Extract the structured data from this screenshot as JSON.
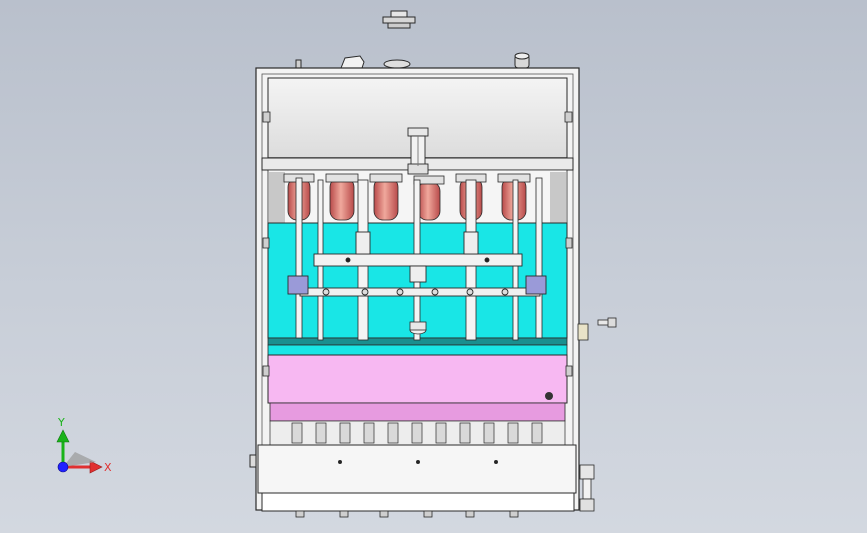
{
  "scene": {
    "colors": {
      "background_top": "#b9c0cc",
      "background_bottom": "#d3d8e0",
      "frame": "#f2f2f2",
      "outline": "#2a2a2a",
      "process_zone": "#19e6e6",
      "process_floor": "#1a8f8f",
      "lower_chamber": "#f7b8f2",
      "lower_chamber_edge": "#e79be0",
      "tank_red": "#d96060",
      "tank_highlight": "#f4b3a8",
      "top_panel": "#e8e8e8"
    },
    "axis_triad": {
      "y_label": "Y",
      "x_label": "X",
      "y_color": "#19b319",
      "x_color": "#e03030",
      "z_color": "#2020ff"
    },
    "tank_count": 6,
    "lower_feet_count": 6
  }
}
